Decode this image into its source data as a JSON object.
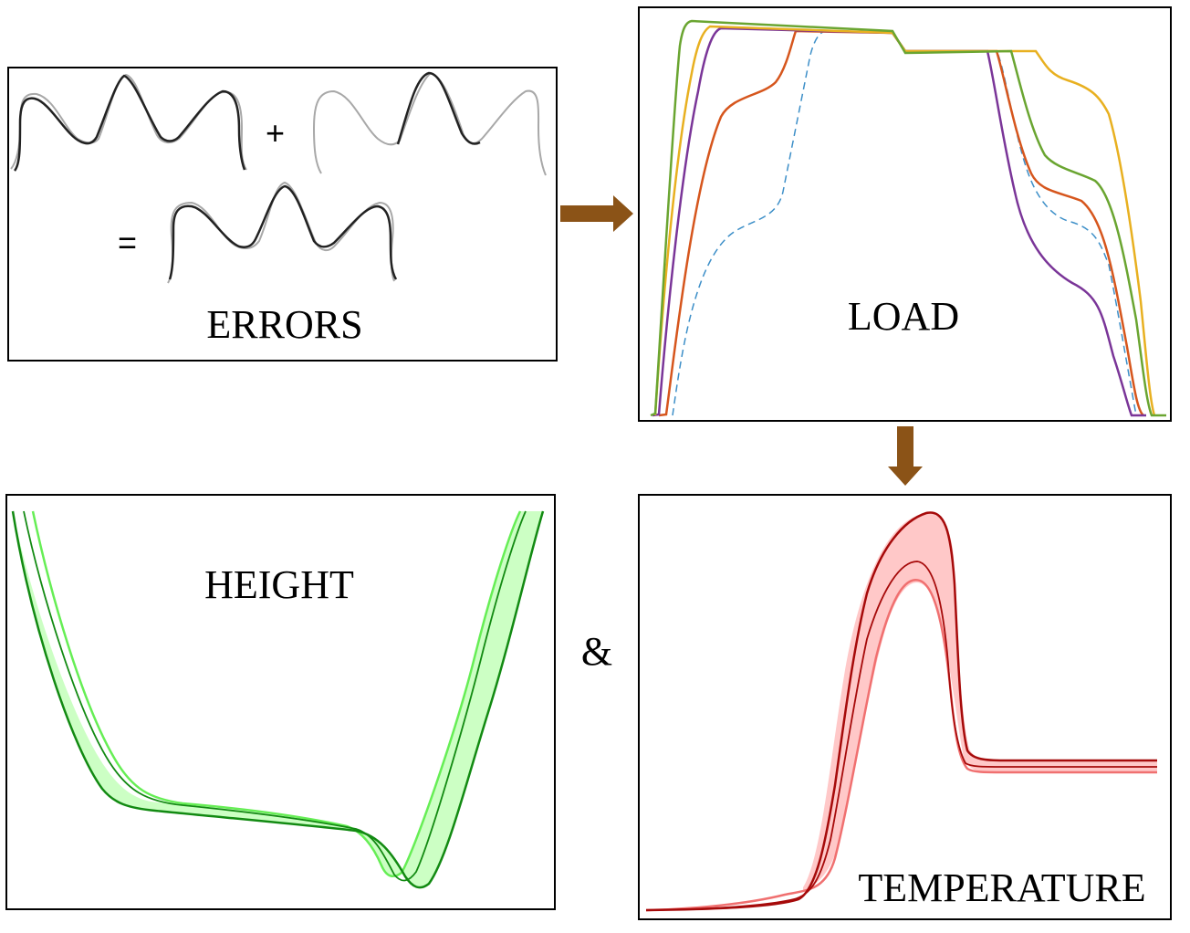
{
  "panels": {
    "errors": {
      "label": "ERRORS"
    },
    "load": {
      "label": "LOAD"
    },
    "height": {
      "label": "HEIGHT"
    },
    "temperature": {
      "label": "TEMPERATURE"
    }
  },
  "symbols": {
    "plus": "+",
    "equals": "=",
    "ampersand": "&"
  },
  "icons": {
    "arrow_right": "arrow-right-icon",
    "arrow_down": "arrow-down-icon"
  },
  "colors": {
    "arrow": "#8b5317",
    "gear_light": "#a8a8a8",
    "gear_dark": "#222222",
    "load_green": "#6aa531",
    "load_yellow": "#e8b020",
    "load_purple": "#7a3598",
    "load_orange": "#d6561d",
    "load_blue_dashed": "#3d8fc8",
    "height_dark": "#128a12",
    "height_light": "#66ee55",
    "height_fill": "#ccffc4",
    "temp_dark": "#a60a0a",
    "temp_light": "#f07070",
    "temp_fill": "#ffc8c8"
  }
}
